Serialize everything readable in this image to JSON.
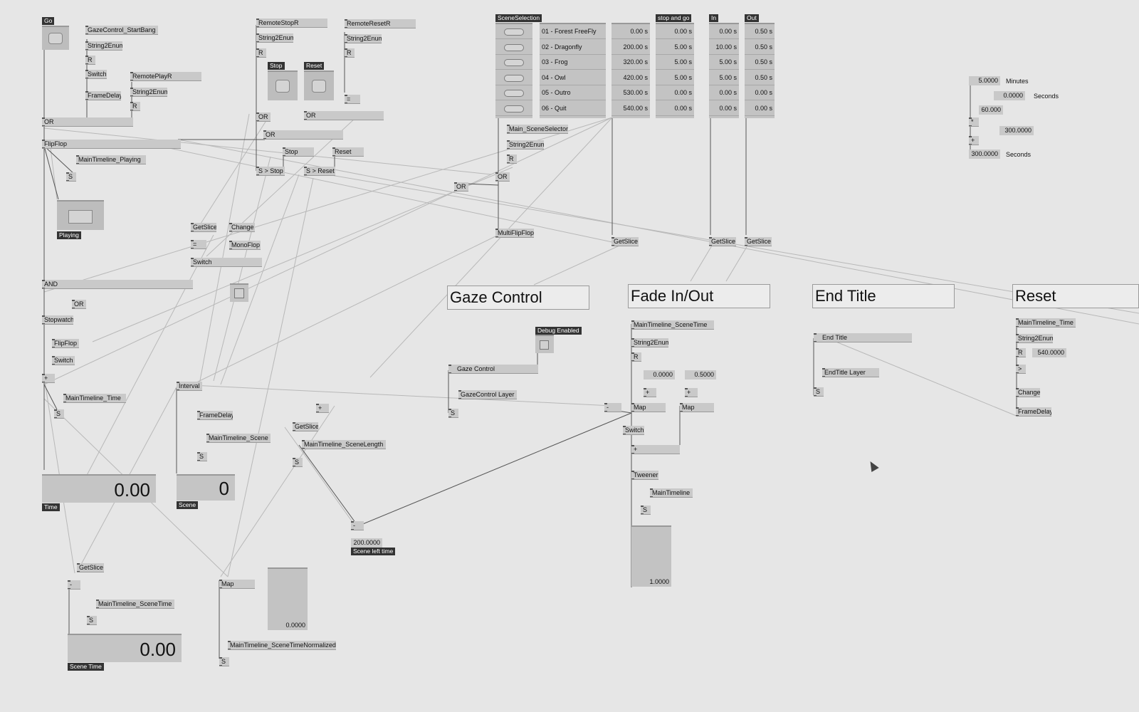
{
  "labels": {
    "go": "Go",
    "playing": "Playing",
    "time": "Time",
    "scene": "Scene",
    "scene_time": "Scene Time",
    "stop": "Stop",
    "reset": "Reset",
    "scene_selection": "SceneSelection",
    "stop_and_go": "stop and go",
    "in": "In",
    "out": "Out",
    "debug_enabled": "Debug Enabled",
    "scene_left_time": "Scene left time"
  },
  "nodes": {
    "gaze_startbang": "GazeControl_StartBang",
    "string2enum": "String2Enum",
    "r": "R",
    "s": "S",
    "switch": "Switch",
    "framedelay": "FrameDelay",
    "remoteplayr": "RemotePlayR",
    "or": "OR",
    "flipflop": "FlipFlop",
    "maintimeline_playing": "MainTimeline_Playing",
    "and": "AND",
    "stopwatch": "Stopwatch",
    "plus": "+",
    "minus": "-",
    "eq": "=",
    "maintimeline_time": "MainTimeline_Time",
    "interval": "Interval",
    "getslice": "GetSlice",
    "change": "Change",
    "monoflop": "MonoFlop",
    "maintimeline_scene": "MainTimeline_Scene",
    "maintimeline_scenelength": "MainTimeline_SceneLength",
    "maintimeline_scenetime": "MainTimeline_SceneTime",
    "map": "Map",
    "maintimeline_scenetimenormalized": "MainTimeline_SceneTimeNormalized",
    "remotestopr": "RemoteStopR",
    "remoteresetr": "RemoteResetR",
    "stop": "Stop",
    "reset": "Reset",
    "s_stop": "S > Stop",
    "s_reset": "S > Reset",
    "main_sceneselector": "Main_SceneSelector",
    "multiflipflop": "MultiFlipFlop",
    "gaze_control": "Gaze Control",
    "gazecontrol_layer": "GazeControl Layer",
    "tweener": "Tweener",
    "maintimeline": "MainTimeline",
    "end_title": "End Title",
    "endtitle_layer": "EndTitle Layer",
    "gt": ">"
  },
  "titles": {
    "gaze": "Gaze Control",
    "fade": "Fade In/Out",
    "endtitle": "End Title",
    "reset": "Reset"
  },
  "values": {
    "time": "0.00",
    "scene": "0",
    "scene_time": "0.00",
    "map_slider": "0.0000",
    "tweener_slider": "1.0000",
    "scene_left": "200.0000",
    "fade_in_val": "0.0000",
    "fade_out_val": "0.5000",
    "reset_val": "540.0000"
  },
  "scenes": [
    "01 - Forest FreeFly",
    "02 - Dragonfly",
    "03 - Frog",
    "04 - Owl",
    "05 - Outro",
    "06 - Quit"
  ],
  "start_times": [
    "0.00 s",
    "200.00 s",
    "320.00 s",
    "420.00 s",
    "530.00 s",
    "540.00 s"
  ],
  "stop_and_go_vals": [
    "0.00 s",
    "5.00 s",
    "5.00 s",
    "5.00 s",
    "0.00 s",
    "0.00 s"
  ],
  "in_vals": [
    "0.00 s",
    "10.00 s",
    "5.00 s",
    "5.00 s",
    "0.00 s",
    "0.00 s"
  ],
  "out_vals": [
    "0.50 s",
    "0.50 s",
    "0.50 s",
    "0.50 s",
    "0.00 s",
    "0.00 s"
  ],
  "calc": {
    "minutes_val": "5.0000",
    "minutes_label": "Minutes",
    "seconds_val": "0.0000",
    "seconds_label": "Seconds",
    "sixty": "60.000",
    "product": "300.0000",
    "total": "300.0000",
    "total_label": "Seconds",
    "times": "*",
    "plus": "+"
  }
}
